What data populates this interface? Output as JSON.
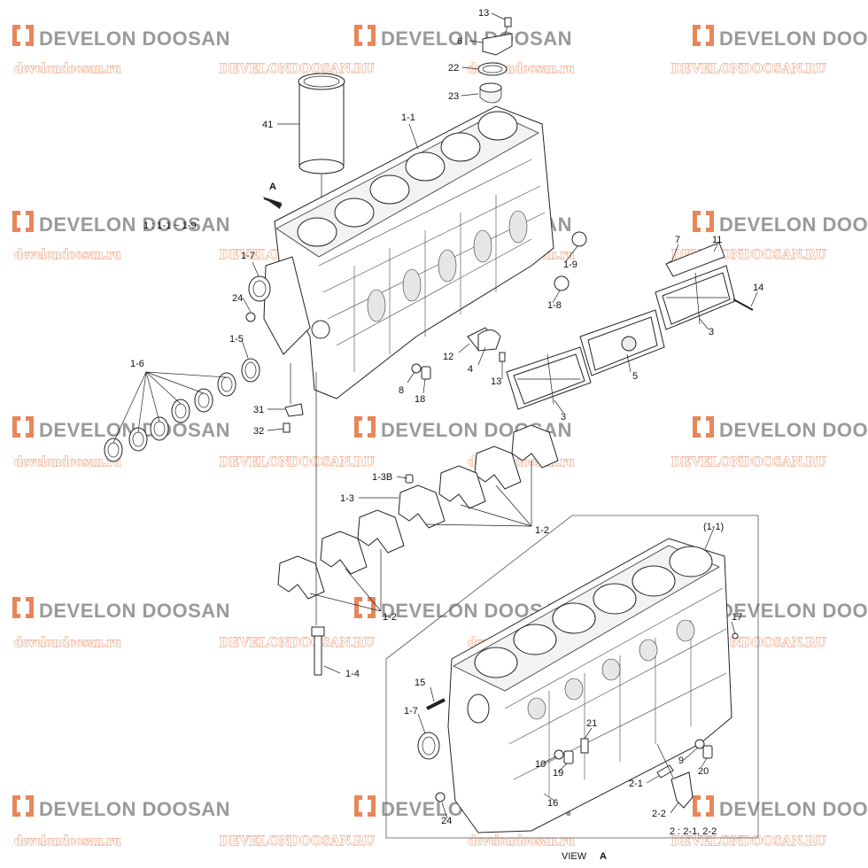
{
  "watermark": {
    "brand_text": "DEVELON DOOSAN",
    "url_lower": "develondoosan.ru",
    "url_upper": "DEVELONDOOSAN.RU",
    "logo_color": "#e8865a",
    "text_color": "#9a9a9a"
  },
  "callouts": {
    "c13_top": "13",
    "c6": "6",
    "c22": "22",
    "c23": "23",
    "c41": "41",
    "c1_1": "1-1",
    "cA_label": "A",
    "c1_range": "1 : 1-1 ~ 1-9",
    "c1_7": "1-7",
    "c24": "24",
    "c1_5": "1-5",
    "c1_6": "1-6",
    "c31": "31",
    "c32": "32",
    "c1_9": "1-9",
    "c1_8": "1-8",
    "c12": "12",
    "c4": "4",
    "c13_mid": "13",
    "c8": "8",
    "c18": "18",
    "c7": "7",
    "c11": "11",
    "c14": "14",
    "c3_a": "3",
    "c5": "5",
    "c3_b": "3",
    "c1_3B": "1-3B",
    "c1_3": "1-3",
    "c1_2_a": "1-2",
    "c1_2_b": "1-2",
    "c1_4": "1-4",
    "c1_1_paren": "(1-1)",
    "c17": "17",
    "c15": "15",
    "c1_7_b": "1-7",
    "c21": "21",
    "c10": "10",
    "c19": "19",
    "c9": "9",
    "c20": "20",
    "c2_1": "2-1",
    "c16": "16",
    "c2_2": "2-2",
    "c24_b": "24",
    "c2_range": "2 : 2-1, 2-2"
  },
  "view_label": {
    "prefix": "VIEW",
    "letter": "A"
  }
}
